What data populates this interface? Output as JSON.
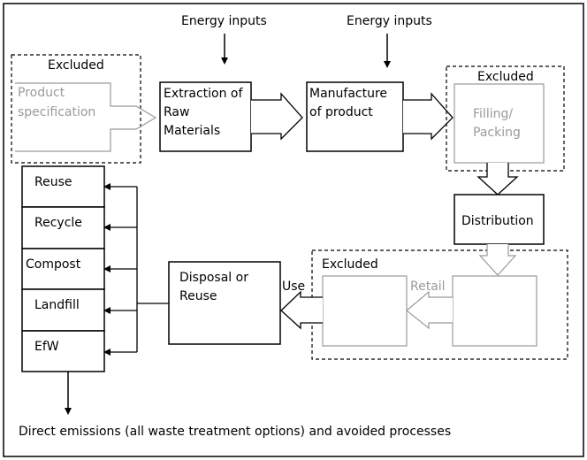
{
  "labels": {
    "energy_inputs_1": "Energy inputs",
    "energy_inputs_2": "Energy inputs",
    "excluded_1": "Excluded",
    "excluded_2": "Excluded",
    "excluded_3": "Excluded",
    "product_spec_line1": "Product",
    "product_spec_line2": "specification",
    "extraction_line1": "Extraction  of",
    "extraction_line2": "Raw",
    "extraction_line3": "Materials",
    "manufacture_line1": "Manufacture",
    "manufacture_line2": "of product",
    "filling_line1": "Filling/",
    "filling_line2": "Packing",
    "distribution": "Distribution",
    "retail": "Retail",
    "use": "Use",
    "disposal_line1": "Disposal or",
    "disposal_line2": "Reuse",
    "reuse": "Reuse",
    "recycle": "Recycle",
    "compost": "Compost",
    "landfill": "Landfill",
    "efw": "EfW",
    "footer": "Direct emissions (all waste treatment options) and avoided processes"
  },
  "colors": {
    "line": "#000000",
    "excluded_gray": "#9a9a9a",
    "background": "#ffffff"
  }
}
